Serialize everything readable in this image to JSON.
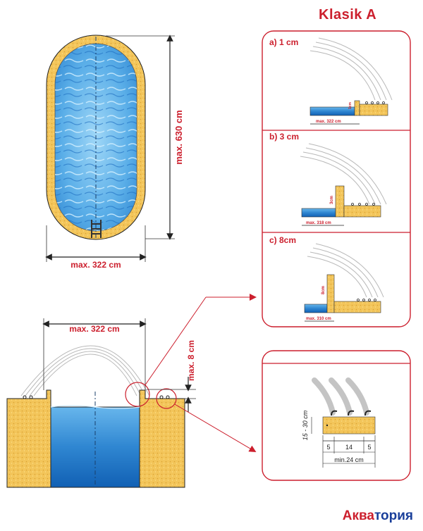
{
  "title": "Klasik  A",
  "top_view": {
    "length_label": "max. 630 cm",
    "width_label": "max. 322 cm"
  },
  "cross_section": {
    "width_label": "max. 322 cm",
    "height_label": "max. 8 cm"
  },
  "details": [
    {
      "label": "a) 1 cm",
      "step_label": "1cm",
      "width_label": "max. 322 cm"
    },
    {
      "label": "b) 3 cm",
      "step_label": "3cm",
      "width_label": "max. 318 cm"
    },
    {
      "label": "c) 8cm",
      "step_label": "8cm",
      "width_label": "max. 310 cm"
    }
  ],
  "base_detail": {
    "height_label": "15 - 30 cm",
    "segments": [
      "5",
      "14",
      "5"
    ],
    "total_label": "min.24 cm"
  },
  "brand": {
    "part1": "Аква",
    "part2": "тория"
  },
  "colors": {
    "accent": "#cc1f2d",
    "sand": "#f3c55a",
    "water": "#3d8ed6",
    "brand_blue": "#1a3f9a"
  }
}
